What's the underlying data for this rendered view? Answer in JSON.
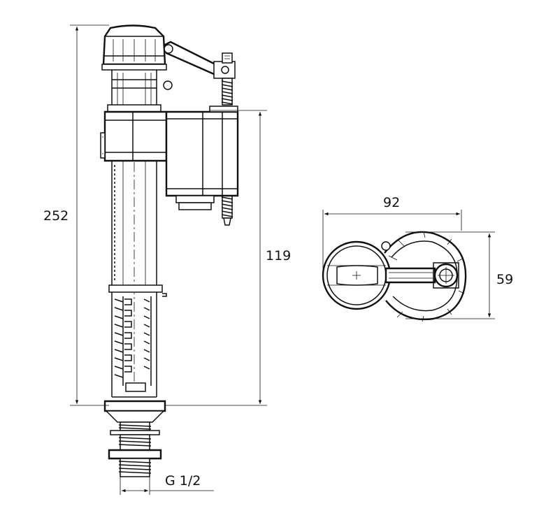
{
  "dimensions": {
    "total_height": "252",
    "lower_height": "119",
    "width": "92",
    "depth": "59",
    "thread": "G 1/2"
  },
  "colors": {
    "line": "#111111",
    "background": "#ffffff"
  }
}
